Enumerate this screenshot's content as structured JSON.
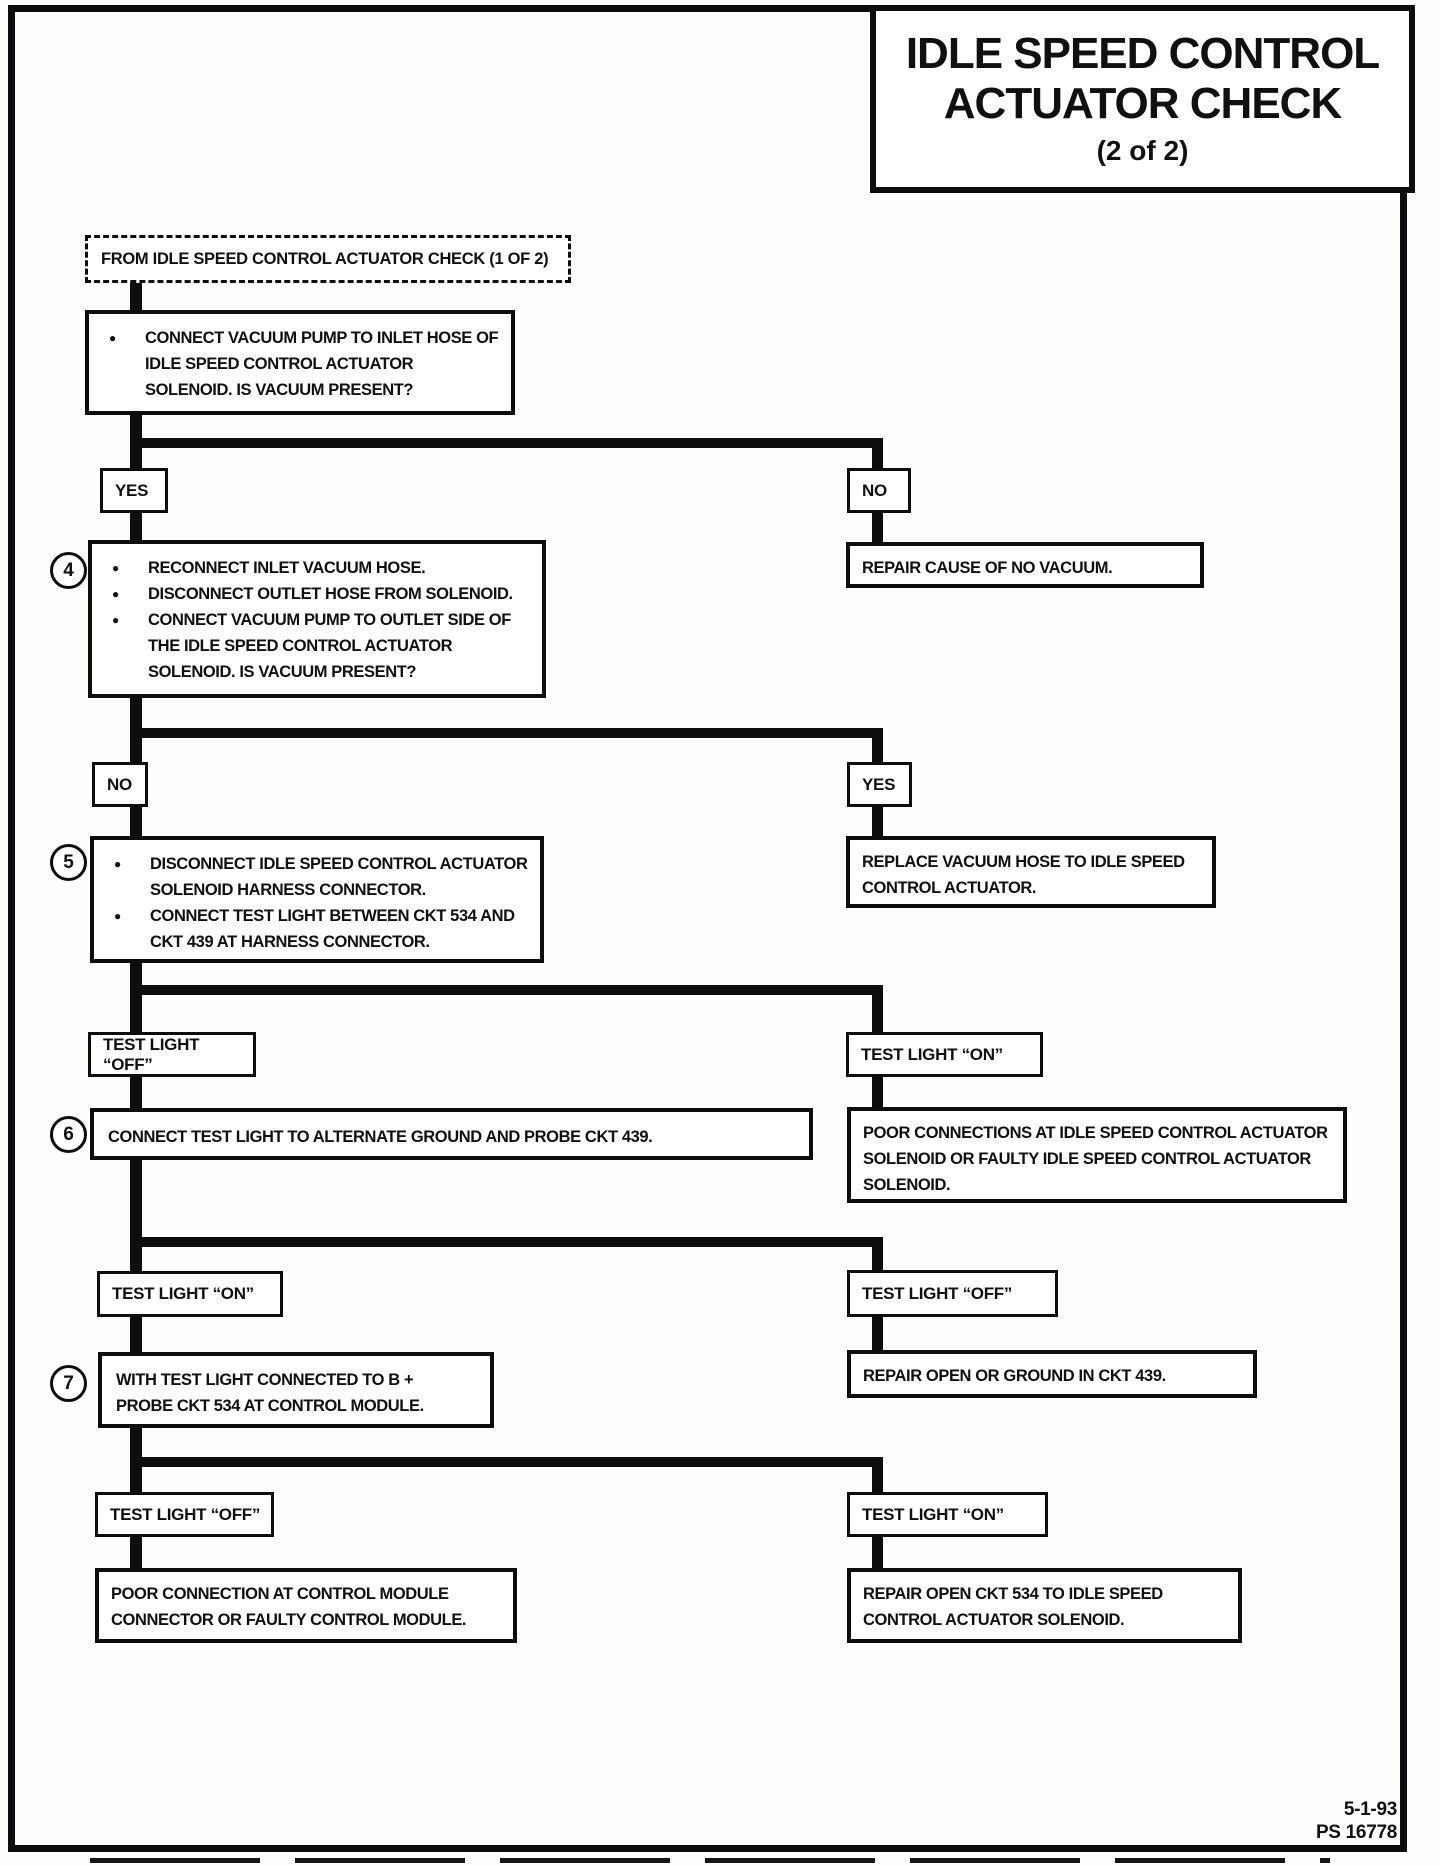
{
  "title": {
    "line1": "IDLE SPEED CONTROL",
    "line2": "ACTUATOR CHECK",
    "pagination": "(2 of 2)"
  },
  "entry_label": "FROM IDLE SPEED CONTROL ACTUATOR CHECK (1 OF 2)",
  "glyphs": {
    "bullet": "●"
  },
  "steps": {
    "q1": {
      "bullets": [
        "CONNECT VACUUM PUMP TO INLET HOSE OF IDLE SPEED CONTROL ACTUATOR SOLENOID. IS VACUUM PRESENT?"
      ]
    },
    "s4": {
      "number": "4",
      "bullets": [
        "RECONNECT INLET VACUUM HOSE.",
        "DISCONNECT OUTLET HOSE FROM SOLENOID.",
        "CONNECT VACUUM PUMP TO OUTLET SIDE OF THE IDLE SPEED CONTROL ACTUATOR SOLENOID. IS VACUUM PRESENT?"
      ]
    },
    "s5": {
      "number": "5",
      "bullets": [
        "DISCONNECT IDLE SPEED CONTROL ACTUATOR SOLENOID HARNESS CONNECTOR.",
        "CONNECT TEST LIGHT BETWEEN CKT 534 AND CKT 439 AT HARNESS CONNECTOR."
      ]
    },
    "s6": {
      "number": "6",
      "text": "CONNECT TEST LIGHT TO ALTERNATE GROUND AND PROBE CKT 439."
    },
    "s7": {
      "number": "7",
      "line1": "WITH TEST LIGHT CONNECTED TO  B +",
      "line2": "PROBE CKT 534 AT CONTROL MODULE."
    }
  },
  "branches": {
    "level1": {
      "left": "YES",
      "right": "NO",
      "right_result": "REPAIR CAUSE OF NO VACUUM."
    },
    "level2": {
      "left": "NO",
      "right": "YES",
      "right_result": "REPLACE VACUUM HOSE TO IDLE SPEED CONTROL ACTUATOR."
    },
    "level3": {
      "left": "TEST LIGHT “OFF”",
      "right": "TEST LIGHT “ON”",
      "right_result": "POOR CONNECTIONS AT IDLE SPEED CONTROL ACTUATOR SOLENOID OR FAULTY IDLE SPEED CONTROL ACTUATOR SOLENOID."
    },
    "level4": {
      "left": "TEST LIGHT “ON”",
      "right": "TEST LIGHT “OFF”",
      "right_result": "REPAIR OPEN OR GROUND IN CKT 439."
    },
    "level5": {
      "left": "TEST LIGHT “OFF”",
      "right": "TEST LIGHT “ON”",
      "left_result": "POOR CONNECTION AT CONTROL MODULE CONNECTOR OR FAULTY CONTROL MODULE.",
      "right_result": "REPAIR OPEN CKT 534 TO IDLE SPEED CONTROL ACTUATOR SOLENOID."
    }
  },
  "footer": {
    "date": "5-1-93",
    "code": "PS 16778"
  }
}
